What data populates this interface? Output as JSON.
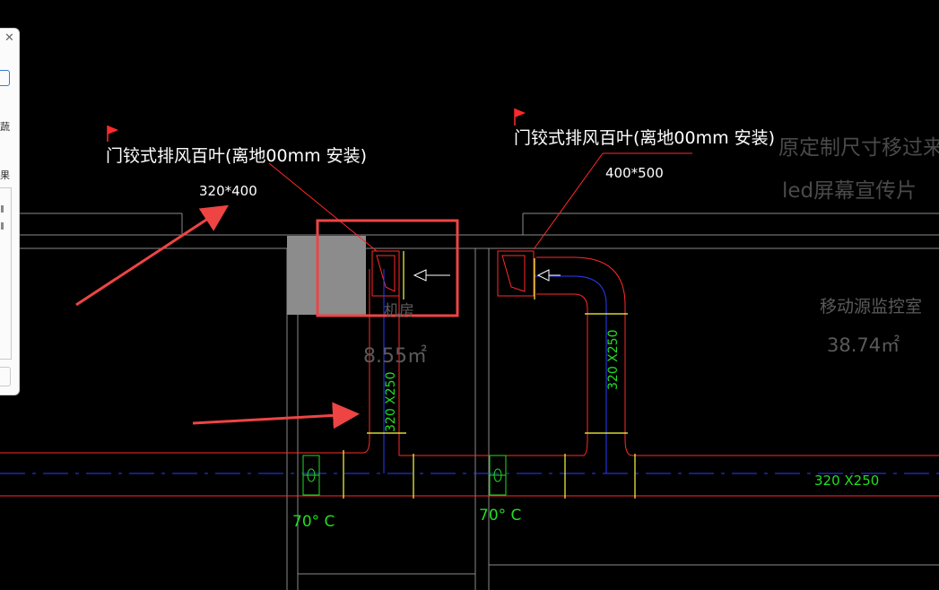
{
  "colors": {
    "background": "#000000",
    "wall": "#8a8a8a",
    "duct": "#ff2a2a",
    "centerline": "#2a3cff",
    "label_green": "#22dd22",
    "section": "#ffff40",
    "annotation": "#ffffff",
    "highlight": "#ee4444",
    "filled_block": "#8c8c8c"
  },
  "side_panel": {
    "close_glyph": "✕",
    "glyph_a": "蔬",
    "glyph_b": "果"
  },
  "labels": {
    "louver_left": "门铰式排风百叶(离地00mm   安装)",
    "louver_left_size": "320*400",
    "louver_right": "门铰式排风百叶(离地00mm   安装)",
    "louver_right_size": "400*500",
    "note_line1": "原定制尺寸移过来",
    "note_line2": "led屏幕宣传片",
    "room_left_name": "机房",
    "room_left_area": "8.55㎡",
    "room_right_name": "移动源监控室",
    "room_right_area": "38.74㎡",
    "duct_vertical_left": "320  X250",
    "duct_vertical_right": "320  X250",
    "duct_main": "320  X250",
    "damper_left": "70° C",
    "damper_right": "70° C"
  }
}
